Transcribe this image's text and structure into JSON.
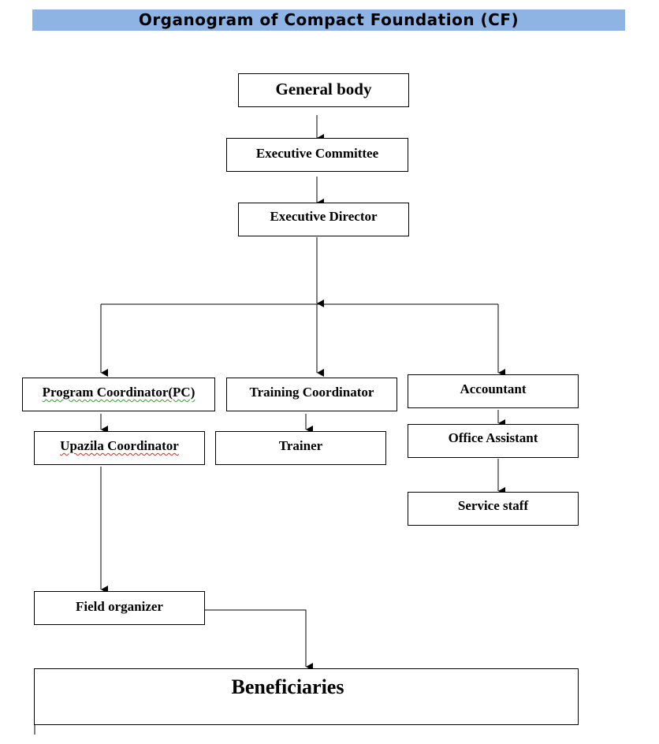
{
  "title": "Organogram of Compact Foundation (CF)",
  "nodes": {
    "general_body": "General body",
    "executive_committee": "Executive Committee",
    "executive_director": "Executive Director",
    "program_coordinator": "Program Coordinator(PC)",
    "training_coordinator": "Training Coordinator",
    "accountant": "Accountant",
    "upazila_coordinator": "Upazila Coordinator",
    "trainer": "Trainer",
    "office_assistant": "Office Assistant",
    "service_staff": "Service staff",
    "field_organizer": "Field organizer",
    "beneficiaries": "Beneficiaries"
  },
  "colors": {
    "title_background": "#8eb4e3",
    "lines": "#000000",
    "spellcheck_green": "#2ca02c",
    "spellcheck_red": "#d62728"
  }
}
